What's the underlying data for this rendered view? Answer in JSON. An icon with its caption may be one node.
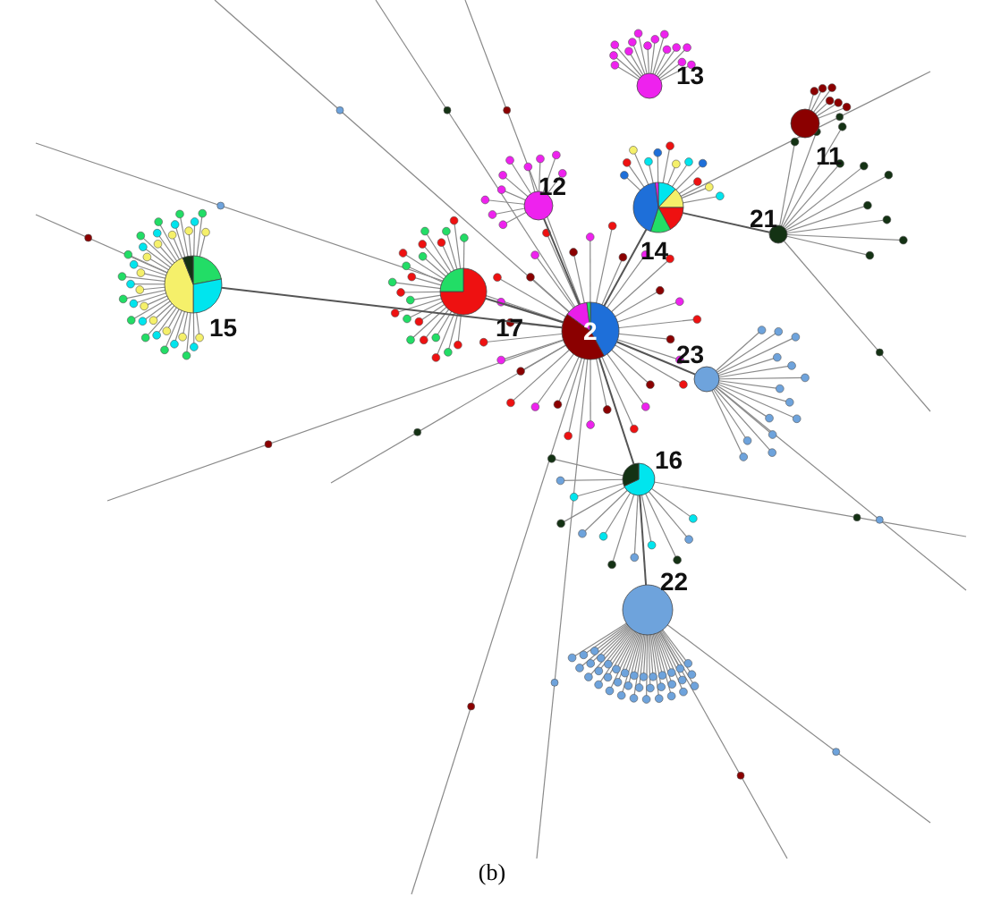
{
  "diagram": {
    "caption": "(b)",
    "nodes": [
      {
        "text": [
          "2"
        ]
      },
      {
        "text": [
          "17"
        ]
      },
      {
        "text": [
          "12"
        ]
      },
      {
        "text": [
          "13"
        ]
      },
      {
        "text": [
          "14"
        ]
      },
      {
        "text": [
          "11"
        ]
      },
      {
        "text": [
          "21"
        ]
      },
      {
        "text": [
          "23"
        ]
      },
      {
        "text": [
          "16"
        ]
      },
      {
        "text": [
          "22"
        ]
      },
      {
        "text": [
          "15"
        ]
      }
    ],
    "edges": [
      {
        "from": 10,
        "to": 0,
        "arrow": "none"
      },
      {
        "from": 1,
        "to": 0,
        "arrow": "none"
      },
      {
        "from": 2,
        "to": 0,
        "arrow": "none"
      },
      {
        "from": 4,
        "to": 0,
        "arrow": "none"
      },
      {
        "from": 0,
        "to": 7,
        "arrow": "none"
      },
      {
        "from": 0,
        "to": 8,
        "arrow": "none"
      },
      {
        "from": 8,
        "to": 9,
        "arrow": "none"
      },
      {
        "from": 4,
        "to": 6,
        "arrow": "none"
      }
    ]
  }
}
